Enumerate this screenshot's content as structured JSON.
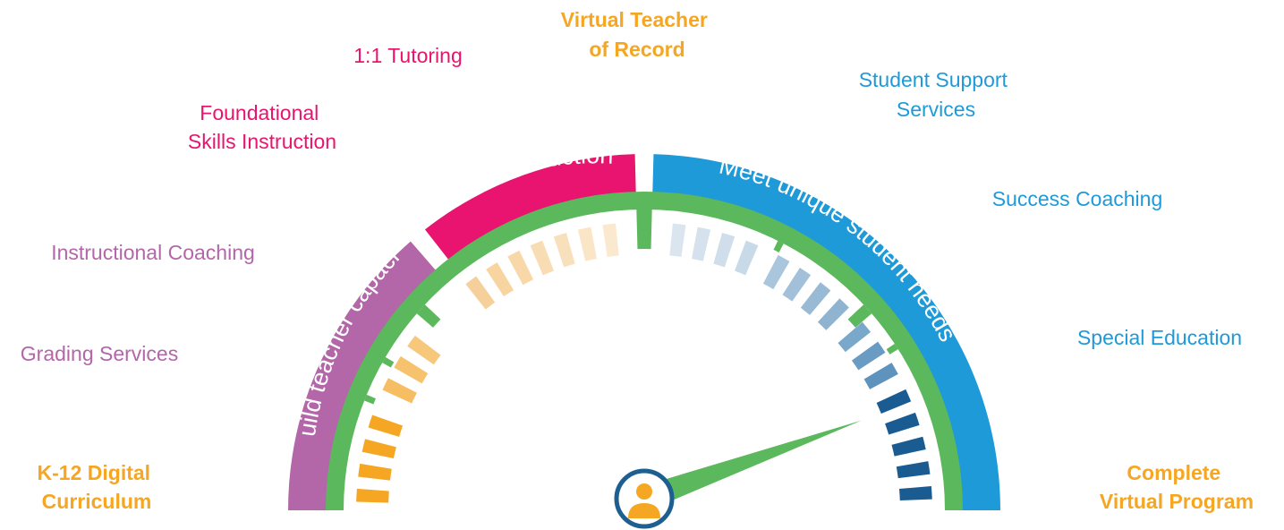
{
  "colors": {
    "purple": "#b366a8",
    "magenta": "#e8146f",
    "blue": "#1f9ad8",
    "orange": "#f5a623",
    "green": "#5cb85c",
    "navy": "#1e5f91",
    "white": "#ffffff"
  },
  "gauge": {
    "start_label": {
      "line1": "K-12 Digital",
      "line2": "Curriculum"
    },
    "end_label": {
      "line1": "Complete",
      "line2": "Virtual Program"
    },
    "top_label": {
      "line1": "Virtual Teacher",
      "line2": "of Record"
    },
    "avatar_icon": "person-icon",
    "needle_level": 0.89
  },
  "segments": [
    {
      "name": "Build teacher capacity",
      "color": "#b366a8"
    },
    {
      "name": "Augment instruction",
      "color": "#e8146f"
    },
    {
      "name": "Meet unique student needs",
      "color": "#1f9ad8"
    }
  ],
  "services": {
    "grading": "Grading Services",
    "instructional_coaching": "Instructional Coaching",
    "foundational": {
      "line1": "Foundational",
      "line2": "Skills Instruction"
    },
    "tutoring": "1:1 Tutoring",
    "student_support": {
      "line1": "Student Support",
      "line2": "Services"
    },
    "success_coaching": "Success Coaching",
    "special_education": "Special Education"
  }
}
